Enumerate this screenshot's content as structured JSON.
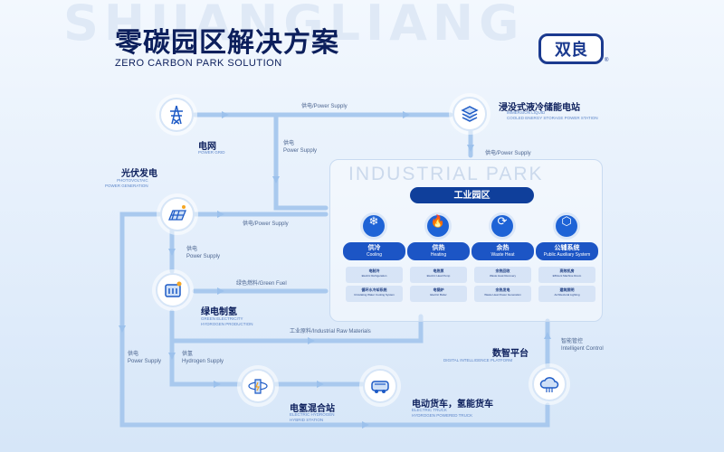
{
  "watermark": "SHUANGLIANG",
  "header": {
    "title_cn": "零碳园区解决方案",
    "title_en": "ZERO CARBON PARK SOLUTION",
    "logo_text": "双良",
    "logo_mark": "®"
  },
  "colors": {
    "primary": "#1c55c5",
    "dark": "#0f3f9b",
    "flow_line": "#a9c9ee",
    "title": "#0c1f5c"
  },
  "park": {
    "watermark": "INDUSTRIAL PARK",
    "title": "工业园区",
    "categories": [
      {
        "icon": "snowflake-icon",
        "cn": "供冷",
        "en": "Cooling",
        "items": [
          {
            "cn": "电制冷",
            "en": "Electric Refrigeration"
          },
          {
            "cn": "循环水冷却系统",
            "en": "Circulating Water Cooling System"
          }
        ]
      },
      {
        "icon": "flame-icon",
        "cn": "供热",
        "en": "Heating",
        "items": [
          {
            "cn": "电热泵",
            "en": "Electric Heat Pump"
          },
          {
            "cn": "电锅炉",
            "en": "Electric Boiler"
          }
        ]
      },
      {
        "icon": "recycle-icon",
        "cn": "余热",
        "en": "Waste Heat",
        "items": [
          {
            "cn": "余热回收",
            "en": "Waste Heat Recovery"
          },
          {
            "cn": "余热发电",
            "en": "Waste Heat Power Generation"
          }
        ]
      },
      {
        "icon": "cube-icon",
        "cn": "公辅系统",
        "en": "Public Auxiliary System",
        "items": [
          {
            "cn": "高效机房",
            "en": "Efficient Machine Room"
          },
          {
            "cn": "建筑照明",
            "en": "Architectural Lighting"
          }
        ]
      }
    ]
  },
  "nodes": {
    "grid": {
      "icon": "power-tower-icon",
      "cn": "电网",
      "en": "POWER GRID"
    },
    "pv": {
      "icon": "solar-panel-icon",
      "cn": "光伏发电",
      "en": "PHOTOVOLTAIC\nPOWER GENERATION"
    },
    "hydrogen": {
      "icon": "electrolyzer-icon",
      "cn": "绿电制氢",
      "en": "GREEN ELECTRICITY\nHYDROGEN PRODUCTION"
    },
    "storage": {
      "icon": "battery-stack-icon",
      "cn": "浸没式液冷储能电站",
      "en": "IMMERSION LIQUID\nCOOLED ENERGY STORAGE POWER STATION"
    },
    "station": {
      "icon": "hybrid-station-icon",
      "cn": "电氢混合站",
      "en": "ELECTRIC HYDROGEN\nHYBRID STATION"
    },
    "truck": {
      "icon": "truck-icon",
      "cn": "电动货车，氢能货车",
      "en": "ELECTRIC TRUCK\nHYDROGEN POWERED TRUCK"
    },
    "digital": {
      "icon": "cloud-chip-icon",
      "cn": "数智平台",
      "en": "DIGITAL INTELLIGENCE PLATFORM"
    }
  },
  "flows": {
    "top": "供电/Power Supply",
    "grid_down": "供电\nPower Supply",
    "storage_down": "供电/Power Supply",
    "pv_right": "供电/Power Supply",
    "pv_down": "供电\nPower Supply",
    "green_fuel": "绿色燃料/Green Fuel",
    "raw": "工业原料/Industrial Raw Materials",
    "left_power": "供电\nPower Supply",
    "hydrogen": "供氢\nHydrogen Supply",
    "control": "智能管控\nIntelligent Control"
  }
}
